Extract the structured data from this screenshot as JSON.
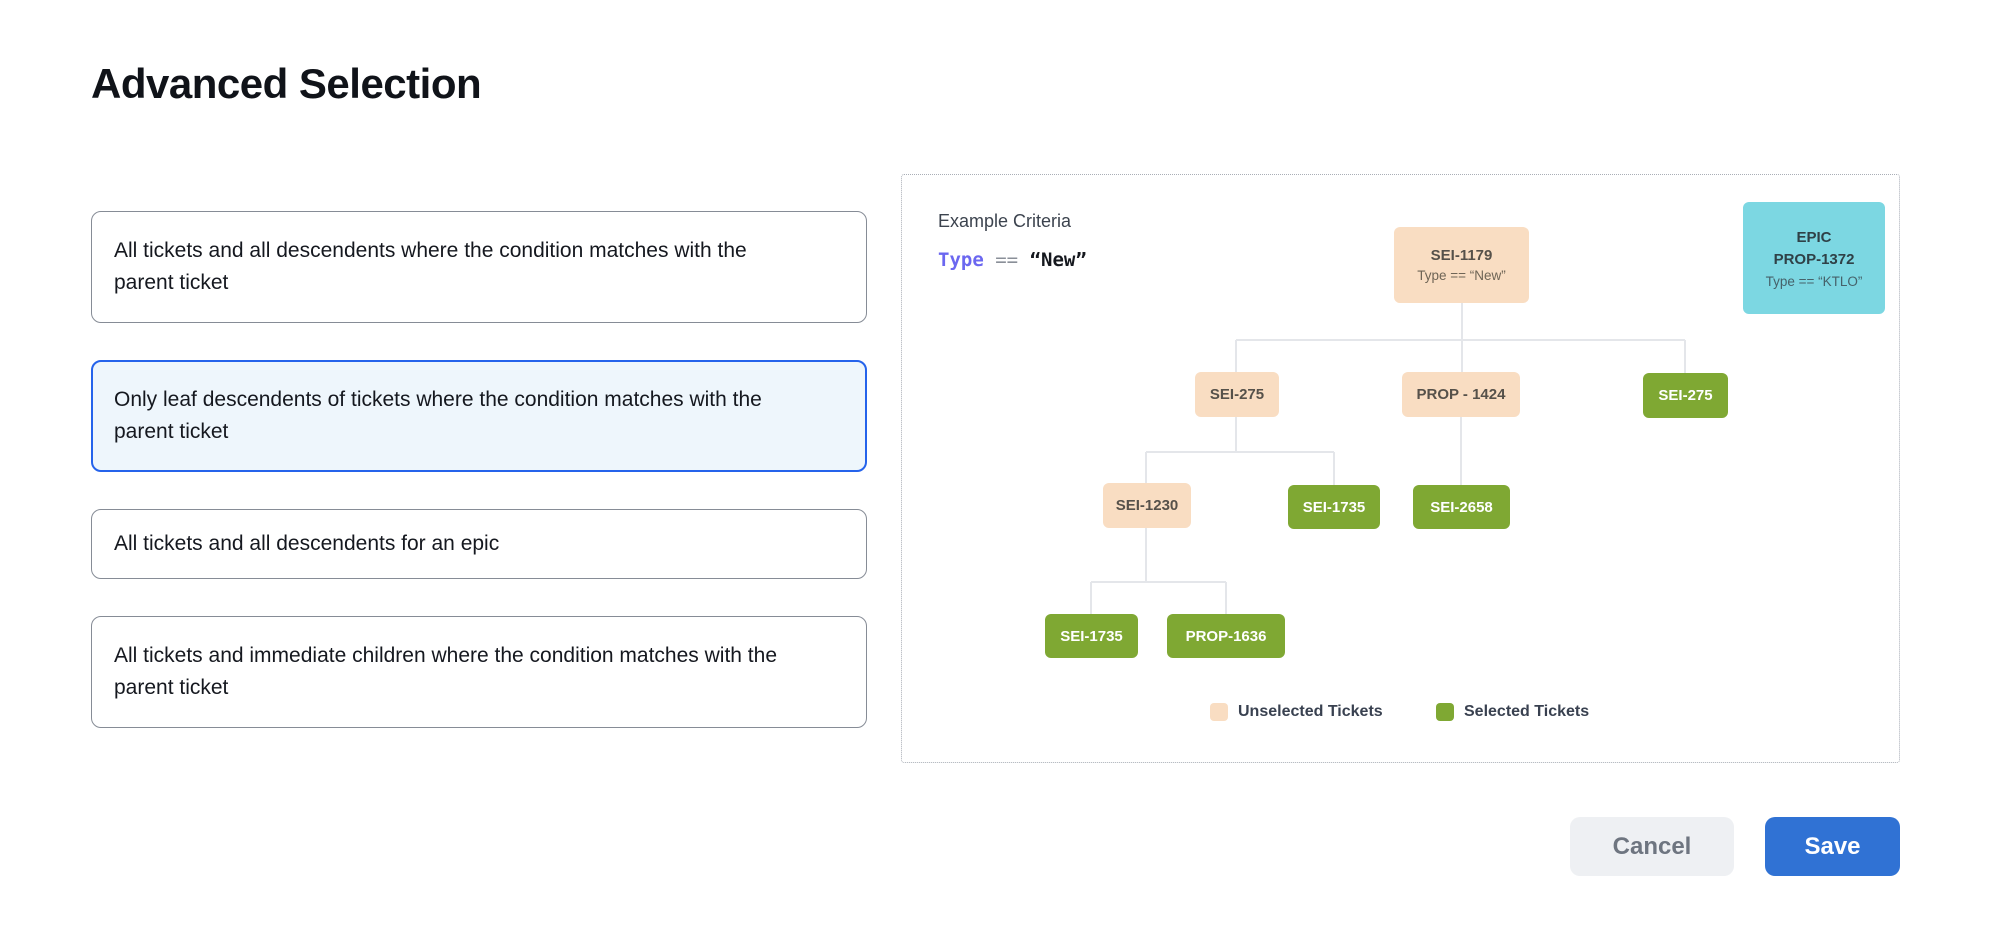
{
  "page": {
    "title": "Advanced Selection"
  },
  "options": [
    {
      "label": "All tickets and all descendents where the condition matches with the parent ticket",
      "selected": false
    },
    {
      "label": "Only leaf descendents of tickets where the condition matches with the parent ticket",
      "selected": true
    },
    {
      "label": "All tickets and all descendents for an epic",
      "selected": false
    },
    {
      "label": "All tickets and immediate children where the condition matches with the parent ticket",
      "selected": false
    }
  ],
  "example": {
    "heading": "Example Criteria",
    "criteria": {
      "field": "Type",
      "operator": "==",
      "value": "“New”"
    },
    "root": {
      "id": "SEI-1179",
      "condition": "Type == “New”"
    },
    "epic": {
      "line1": "EPIC",
      "line2": "PROP-1372",
      "line3": "Type == “KTLO”"
    },
    "nodes": {
      "sei275_l2": "SEI-275",
      "prop1424": "PROP - 1424",
      "sei275_green": "SEI-275",
      "sei1230": "SEI-1230",
      "sei1735_l3": "SEI-1735",
      "sei2658": "SEI-2658",
      "sei1735_l4": "SEI-1735",
      "prop1636": "PROP-1636"
    },
    "legend": {
      "unselected": {
        "label": "Unselected Tickets",
        "color": "#f9ddc2"
      },
      "selected": {
        "label": "Selected Tickets",
        "color": "#7fa833"
      }
    }
  },
  "footer": {
    "cancel_label": "Cancel",
    "save_label": "Save"
  },
  "colors": {
    "selected_card_border": "#2563eb",
    "selected_card_bg": "#eef6fc",
    "card_border": "#868c96",
    "peach_node": "#f9ddc2",
    "green_node": "#7fa833",
    "cyan_node": "#7cd7e2",
    "criteria_field": "#6b67f0",
    "connector_line": "#e4e6ea",
    "save_button_bg": "#3072d4",
    "cancel_button_bg": "#eef0f3"
  }
}
